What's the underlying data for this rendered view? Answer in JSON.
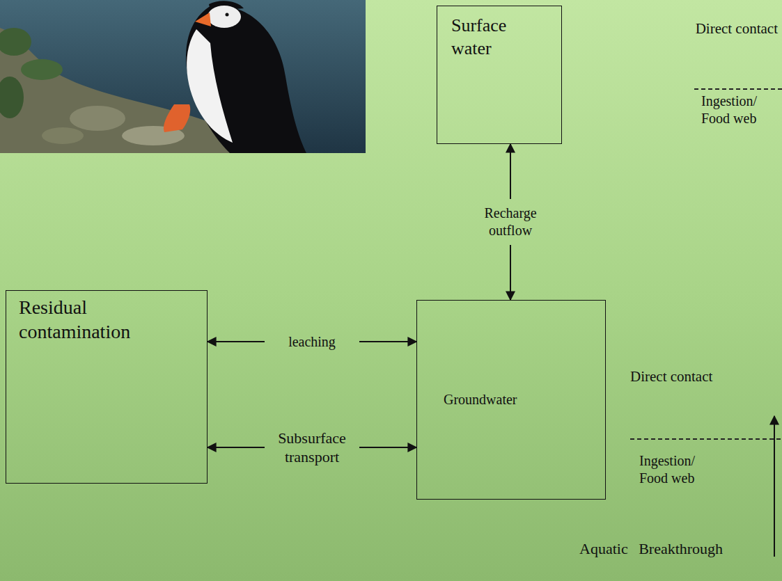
{
  "diagram": {
    "nodes": [
      {
        "text": [
          "Surface water"
        ]
      },
      {
        "text": [
          "Residual contamination"
        ]
      },
      {
        "text": [
          "Groundwater"
        ]
      }
    ],
    "edges": [
      {
        "from": 0,
        "to": 2,
        "label": "Recharge outflow",
        "arrow": "both"
      },
      {
        "from": 1,
        "to": 2,
        "label": "leaching",
        "arrow": "both"
      },
      {
        "from": 1,
        "to": 2,
        "label": "Subsurface transport",
        "arrow": "both"
      }
    ],
    "labels": [
      "Direct contact",
      "Ingestion/ Food web",
      "Direct contact",
      "Ingestion/ Food web",
      "Aquatic Breakthrough"
    ]
  }
}
